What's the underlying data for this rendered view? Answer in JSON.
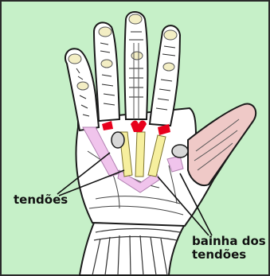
{
  "colors": {
    "background": "#c6f0c8",
    "border": "#2a2a2a",
    "skin": "#ffffff",
    "outline": "#1a1a1a",
    "tendon_yellow": "#f6ef9e",
    "sheath_pink": "#f0c4ec",
    "artery_red": "#e8001c",
    "thumb_pink": "#efc9c7",
    "joint_cream": "#f3eec4"
  },
  "labels": {
    "tendons": "tendões",
    "sheath_line1": "bainha dos",
    "sheath_line2": "tendões"
  }
}
